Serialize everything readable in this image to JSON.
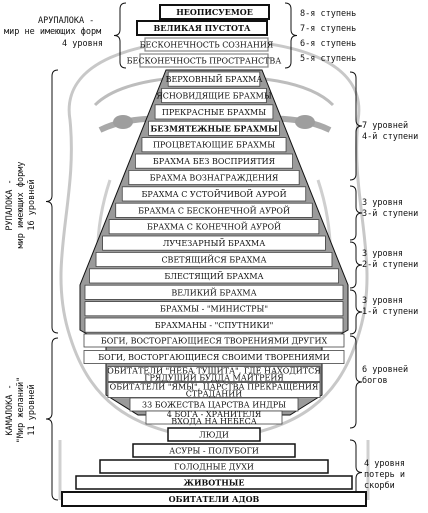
{
  "top_boxes": [
    {
      "label": "НЕОПИСУЕМОЕ",
      "style": "dark"
    },
    {
      "label": "ВЕЛИКАЯ ПУСТОТА",
      "style": "dark"
    },
    {
      "label": "БЕСКОНЕЧНОСТЬ СОЗНАНИЯ",
      "style": "light"
    },
    {
      "label": "БЕСКОНЕЧНОСТЬ ПРОСТРАНСТВА",
      "style": "light"
    }
  ],
  "top_steps": [
    "8-я ступень",
    "7-я ступень",
    "6-я ступень",
    "5-я ступень"
  ],
  "arupaloka": {
    "title": "АРУПАЛОКА -",
    "line2": "мир не имеющих форм",
    "line3": "4 уровня"
  },
  "rupaloka": {
    "title": "РУПАЛОКА -",
    "line2": "мир имеющих форму",
    "line3": "16 уровней"
  },
  "kamaloka": {
    "title": "КАМАЛОКА -",
    "line2": "\"Мир желаний\"",
    "line3": "11 уровней"
  },
  "levels": [
    "ВЕРХОВНЫЙ БРАХМА",
    "ЯСНОВИДЯЩИЕ БРАХМЫ",
    "ПРЕКРАСНЫЕ БРАХМЫ",
    "БЕЗМЯТЕЖНЫЕ БРАХМЫ",
    "ПРОЦВЕТАЮЩИЕ БРАХМЫ",
    "БРАХМА БЕЗ ВОСПРИЯТИЯ",
    "БРАХМА ВОЗНАГРАЖДЕНИЯ",
    "БРАХМА С УСТОЙЧИВОЙ АУРОЙ",
    "БРАХМА С БЕСКОНЕЧНОЙ АУРОЙ",
    "БРАХМА С КОНЕЧНОЙ АУРОЙ",
    "ЛУЧЕЗАРНЫЙ БРАХМА",
    "СВЕТЯЩИЙСЯ БРАХМА",
    "БЛЕСТЯЩИЙ БРАХМА",
    "ВЕЛИКИЙ БРАХМА",
    "БРАХМЫ - \"МИНИСТРЫ\"",
    "БРАХМАНЫ - \"СПУТНИКИ\"",
    "БОГИ, ВОСТОРГАЮЩИЕСЯ ТВОРЕНИЯМИ ДРУГИХ",
    "БОГИ, ВОСТОРГАЮЩИЕСЯ СВОИМИ ТВОРЕНИЯМИ",
    "ОБИТАТЕЛИ \"НЕБА ТУШИТА\", ГДЕ НАХОДИТСЯ ГРЯДУЩИЙ БУДДА МАЙТРЕЙЯ",
    "ОБИТАТЕЛИ \"ЯМЫ\", ЦАРСТВА ПРЕКРАЩЕНИЯ СТРАДАНИЙ",
    "33 БОЖЕСТВА ЦАРСТВА ИНДРЫ",
    "4 БОГА - ХРАНИТЕЛЯ ВХОДА НА НЕБЕСА",
    "ЛЮДИ",
    "АСУРЫ - ПОЛУБОГИ",
    "ГОЛОДНЫЕ ДУХИ",
    "ЖИВОТНЫЕ",
    "ОБИТАТЕЛИ АДОВ"
  ],
  "right_labels": [
    {
      "line1": "7 уровней",
      "line2": "4-й ступени"
    },
    {
      "line1": "3 уровня",
      "line2": "3-й ступени"
    },
    {
      "line1": "3 уровня",
      "line2": "2-й ступени"
    },
    {
      "line1": "3 уровня",
      "line2": "1-й ступени"
    },
    {
      "line1": "6 уровней",
      "line2": "богов"
    },
    {
      "line1": "4 уровня",
      "line2": "потерь и",
      "line3": "скорби"
    }
  ]
}
